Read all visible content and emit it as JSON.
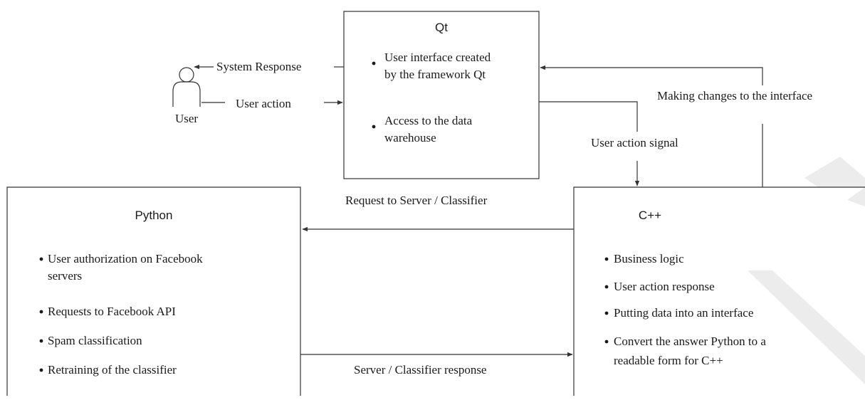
{
  "user": {
    "label": "User"
  },
  "qt": {
    "title": "Qt",
    "bullets": [
      [
        "User interface created",
        "by the framework  Qt"
      ],
      [
        "Access to the data",
        "warehouse"
      ]
    ]
  },
  "python": {
    "title": "Python",
    "bullets": [
      [
        "User authorization on Facebook",
        "servers"
      ],
      [
        "Requests to Facebook API"
      ],
      [
        "Spam classification"
      ],
      [
        "Retraining of the classifier"
      ]
    ]
  },
  "cpp": {
    "title": "C++",
    "bullets": [
      [
        "Business logic"
      ],
      [
        "User action response"
      ],
      [
        "Putting data into an interface"
      ],
      [
        "Convert the answer Python to a",
        "readable form for C++"
      ]
    ]
  },
  "edges": {
    "system_response": "System Response",
    "user_action": "User action",
    "making_changes": "Making changes to the interface",
    "user_action_signal": "User action signal",
    "request_to_server": "Request to Server / Classifier",
    "server_response": "Server / Classifier response"
  },
  "colors": {
    "stroke": "#333333",
    "text": "#1a1a1a",
    "watermark": "#ececec"
  }
}
